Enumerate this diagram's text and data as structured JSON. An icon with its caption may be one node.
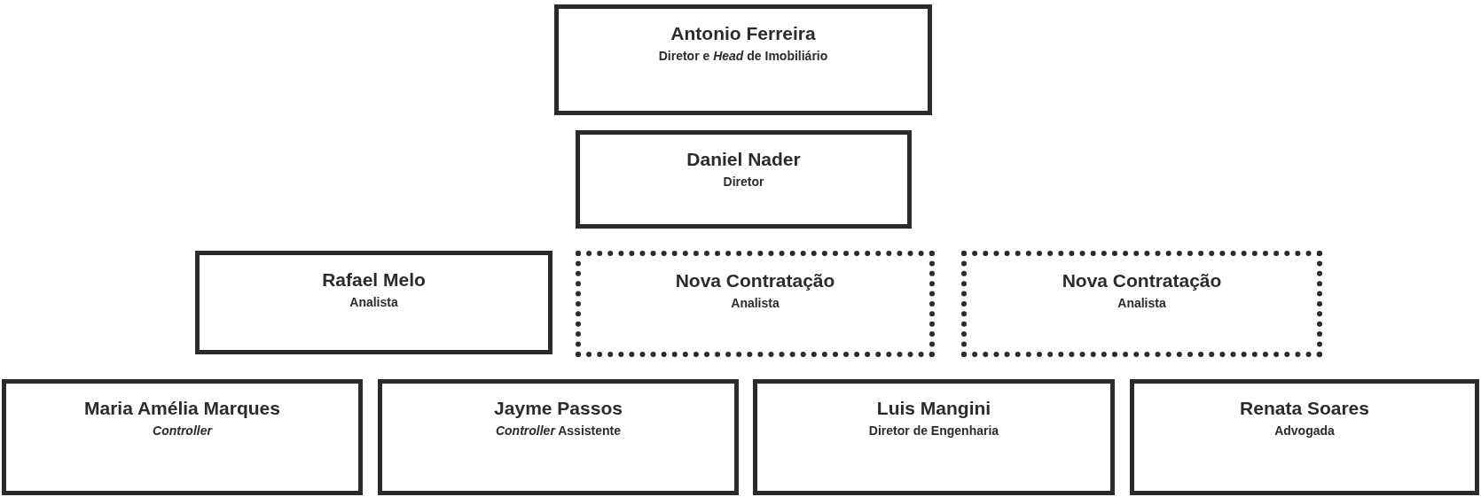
{
  "diagram": {
    "nodes": [
      {
        "text": [
          "Antonio Ferreira",
          "Diretor e *Head* de Imobiliário"
        ]
      },
      {
        "text": [
          "Daniel Nader",
          "Diretor"
        ]
      },
      {
        "text": [
          "Rafael Melo",
          "Analista"
        ]
      },
      {
        "text": [
          "Nova Contratação",
          "Analista"
        ]
      },
      {
        "text": [
          "Nova Contratação",
          "Analista"
        ]
      },
      {
        "text": [
          "Maria Amélia Marques",
          "Controller"
        ]
      },
      {
        "text": [
          "Jayme Passos",
          "*Controller* Assistente"
        ]
      },
      {
        "text": [
          "Luis Mangini",
          "Diretor de Engenharia"
        ]
      },
      {
        "text": [
          "Renata Soares",
          "Advogada"
        ]
      }
    ]
  }
}
